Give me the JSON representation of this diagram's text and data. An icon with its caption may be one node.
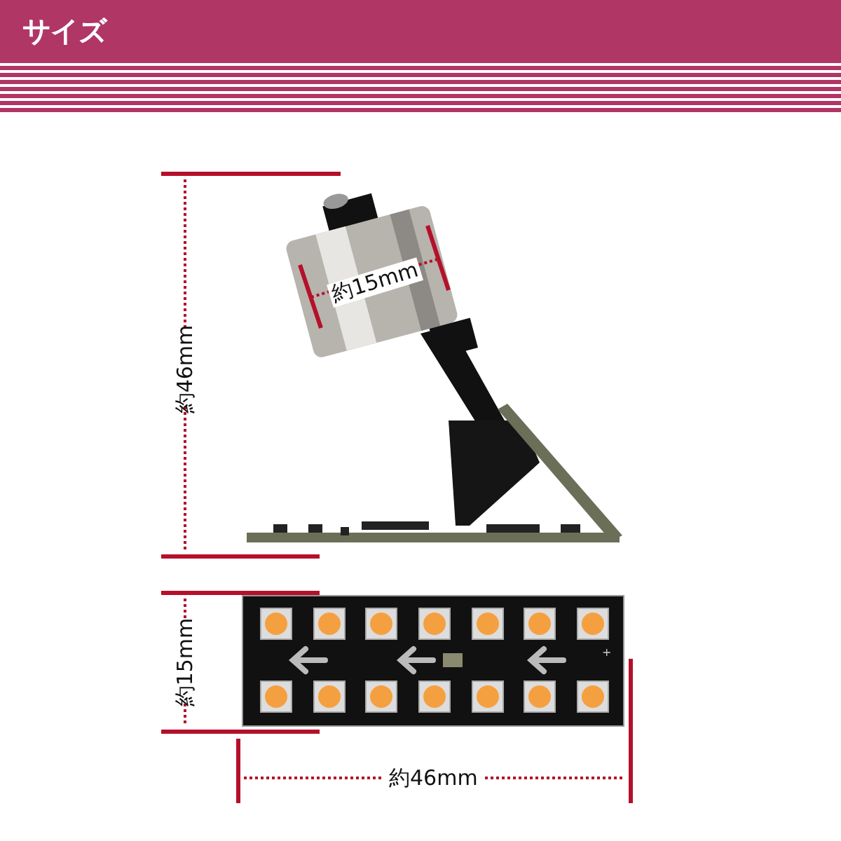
{
  "diagram": {
    "title": "サイズ",
    "labels": [
      "約15mm",
      "約46mm",
      "約15mm",
      "+",
      "約46mm"
    ]
  }
}
